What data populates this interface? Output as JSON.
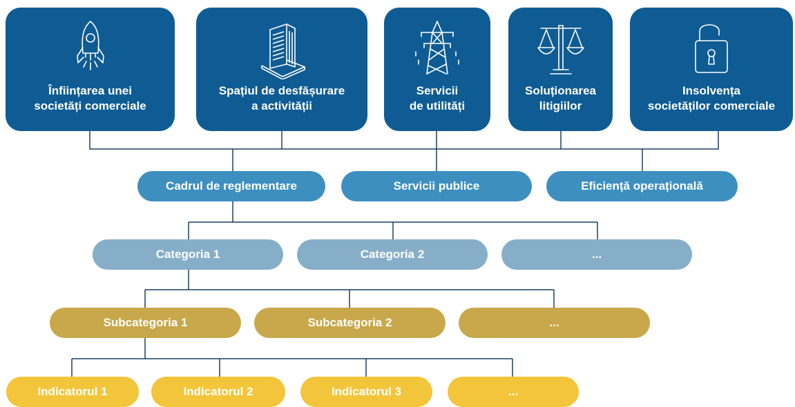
{
  "topics": [
    {
      "title": "Înființarea unei\nsocietăți comerciale",
      "icon": "rocket-icon"
    },
    {
      "title": "Spațiul de desfășurare\na activității",
      "icon": "building-icon"
    },
    {
      "title": "Servicii\nde utilități",
      "icon": "power-pylon-icon"
    },
    {
      "title": "Soluționarea\nlitigiilor",
      "icon": "scales-icon"
    },
    {
      "title": "Insolvența\nsocietăților comerciale",
      "icon": "padlock-icon"
    }
  ],
  "pillars": [
    "Cadrul de reglementare",
    "Servicii publice",
    "Eficiență operațională"
  ],
  "categories": [
    "Categoria 1",
    "Categoria 2",
    "..."
  ],
  "subcategories": [
    "Subcategoria 1",
    "Subcategoria 2",
    "..."
  ],
  "indicators": [
    "Indicatorul 1",
    "Indicatorul 2",
    "Indicatorul 3",
    "..."
  ],
  "colors": {
    "topic": "#0f5c94",
    "pillar": "#3d8fc0",
    "category": "#86aec9",
    "subcategory": "#c8a84a",
    "indicator": "#f3c53b",
    "connector": "#1c3f5e"
  }
}
